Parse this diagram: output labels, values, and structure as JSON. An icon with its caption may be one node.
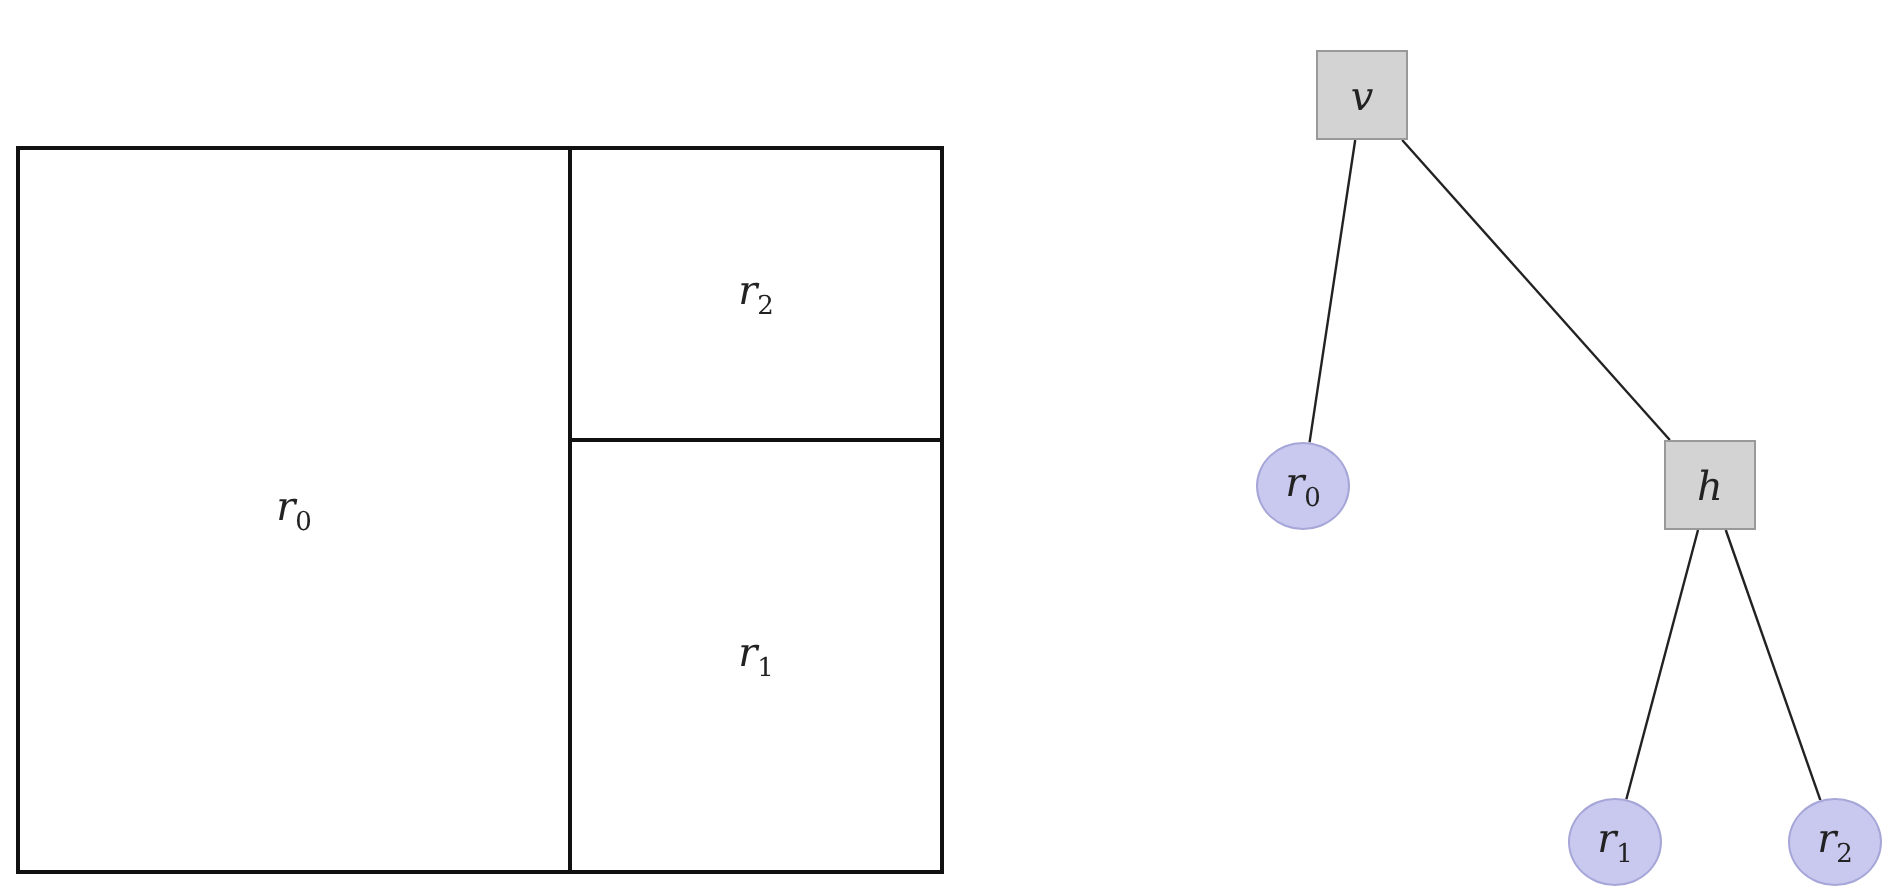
{
  "diagram": {
    "nodes": [
      {
        "text": [
          "*r*$_{0}$"
        ]
      },
      {
        "text": [
          "*r*$_{2}$"
        ]
      },
      {
        "text": [
          "*r*$_{1}$"
        ]
      },
      {
        "text": [
          "*v*"
        ]
      },
      {
        "text": [
          "*r*$_{0}$"
        ]
      },
      {
        "text": [
          "*h*"
        ]
      },
      {
        "text": [
          "*r*$_{1}$"
        ]
      },
      {
        "text": [
          "*r*$_{2}$"
        ]
      }
    ],
    "edges": [
      {
        "from": 3,
        "to": 4,
        "arrow": "none"
      },
      {
        "from": 3,
        "to": 5,
        "arrow": "none"
      },
      {
        "from": 5,
        "to": 6,
        "arrow": "none"
      },
      {
        "from": 5,
        "to": 7,
        "arrow": "none"
      }
    ]
  }
}
